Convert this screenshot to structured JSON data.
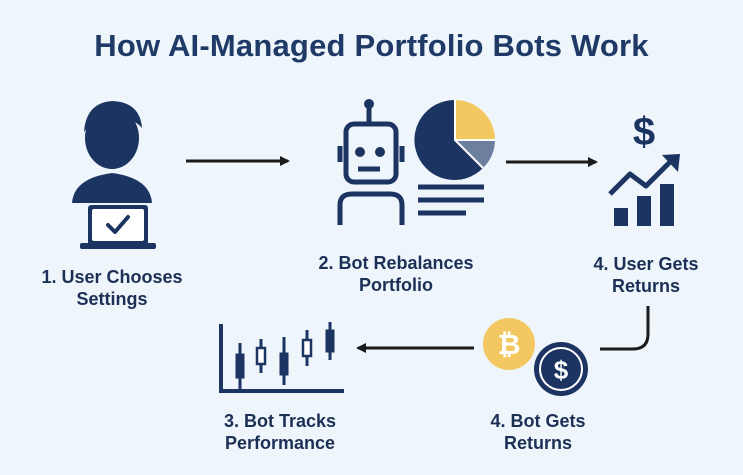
{
  "title": "How AI-Managed Portfolio Bots Work",
  "colors": {
    "navy": "#1b3461",
    "gold": "#f4c860",
    "slate": "#6d7f9e",
    "background": "#eef5fb"
  },
  "steps": [
    {
      "icon": "user-laptop-icon",
      "line1": "1. User Chooses",
      "line2": "Settings"
    },
    {
      "icon": "robot-pie-chart-icon",
      "line1": "2. Bot Rebalances",
      "line2": "Portfolio"
    },
    {
      "icon": "dollar-growth-chart-icon",
      "line1": "4. User Gets",
      "line2": "Returns"
    },
    {
      "icon": "candlestick-chart-icon",
      "line1": "3. Bot Tracks",
      "line2": "Performance"
    },
    {
      "icon": "bitcoin-dollar-coins-icon",
      "line1": "4. Bot Gets",
      "line2": "Returns"
    }
  ]
}
